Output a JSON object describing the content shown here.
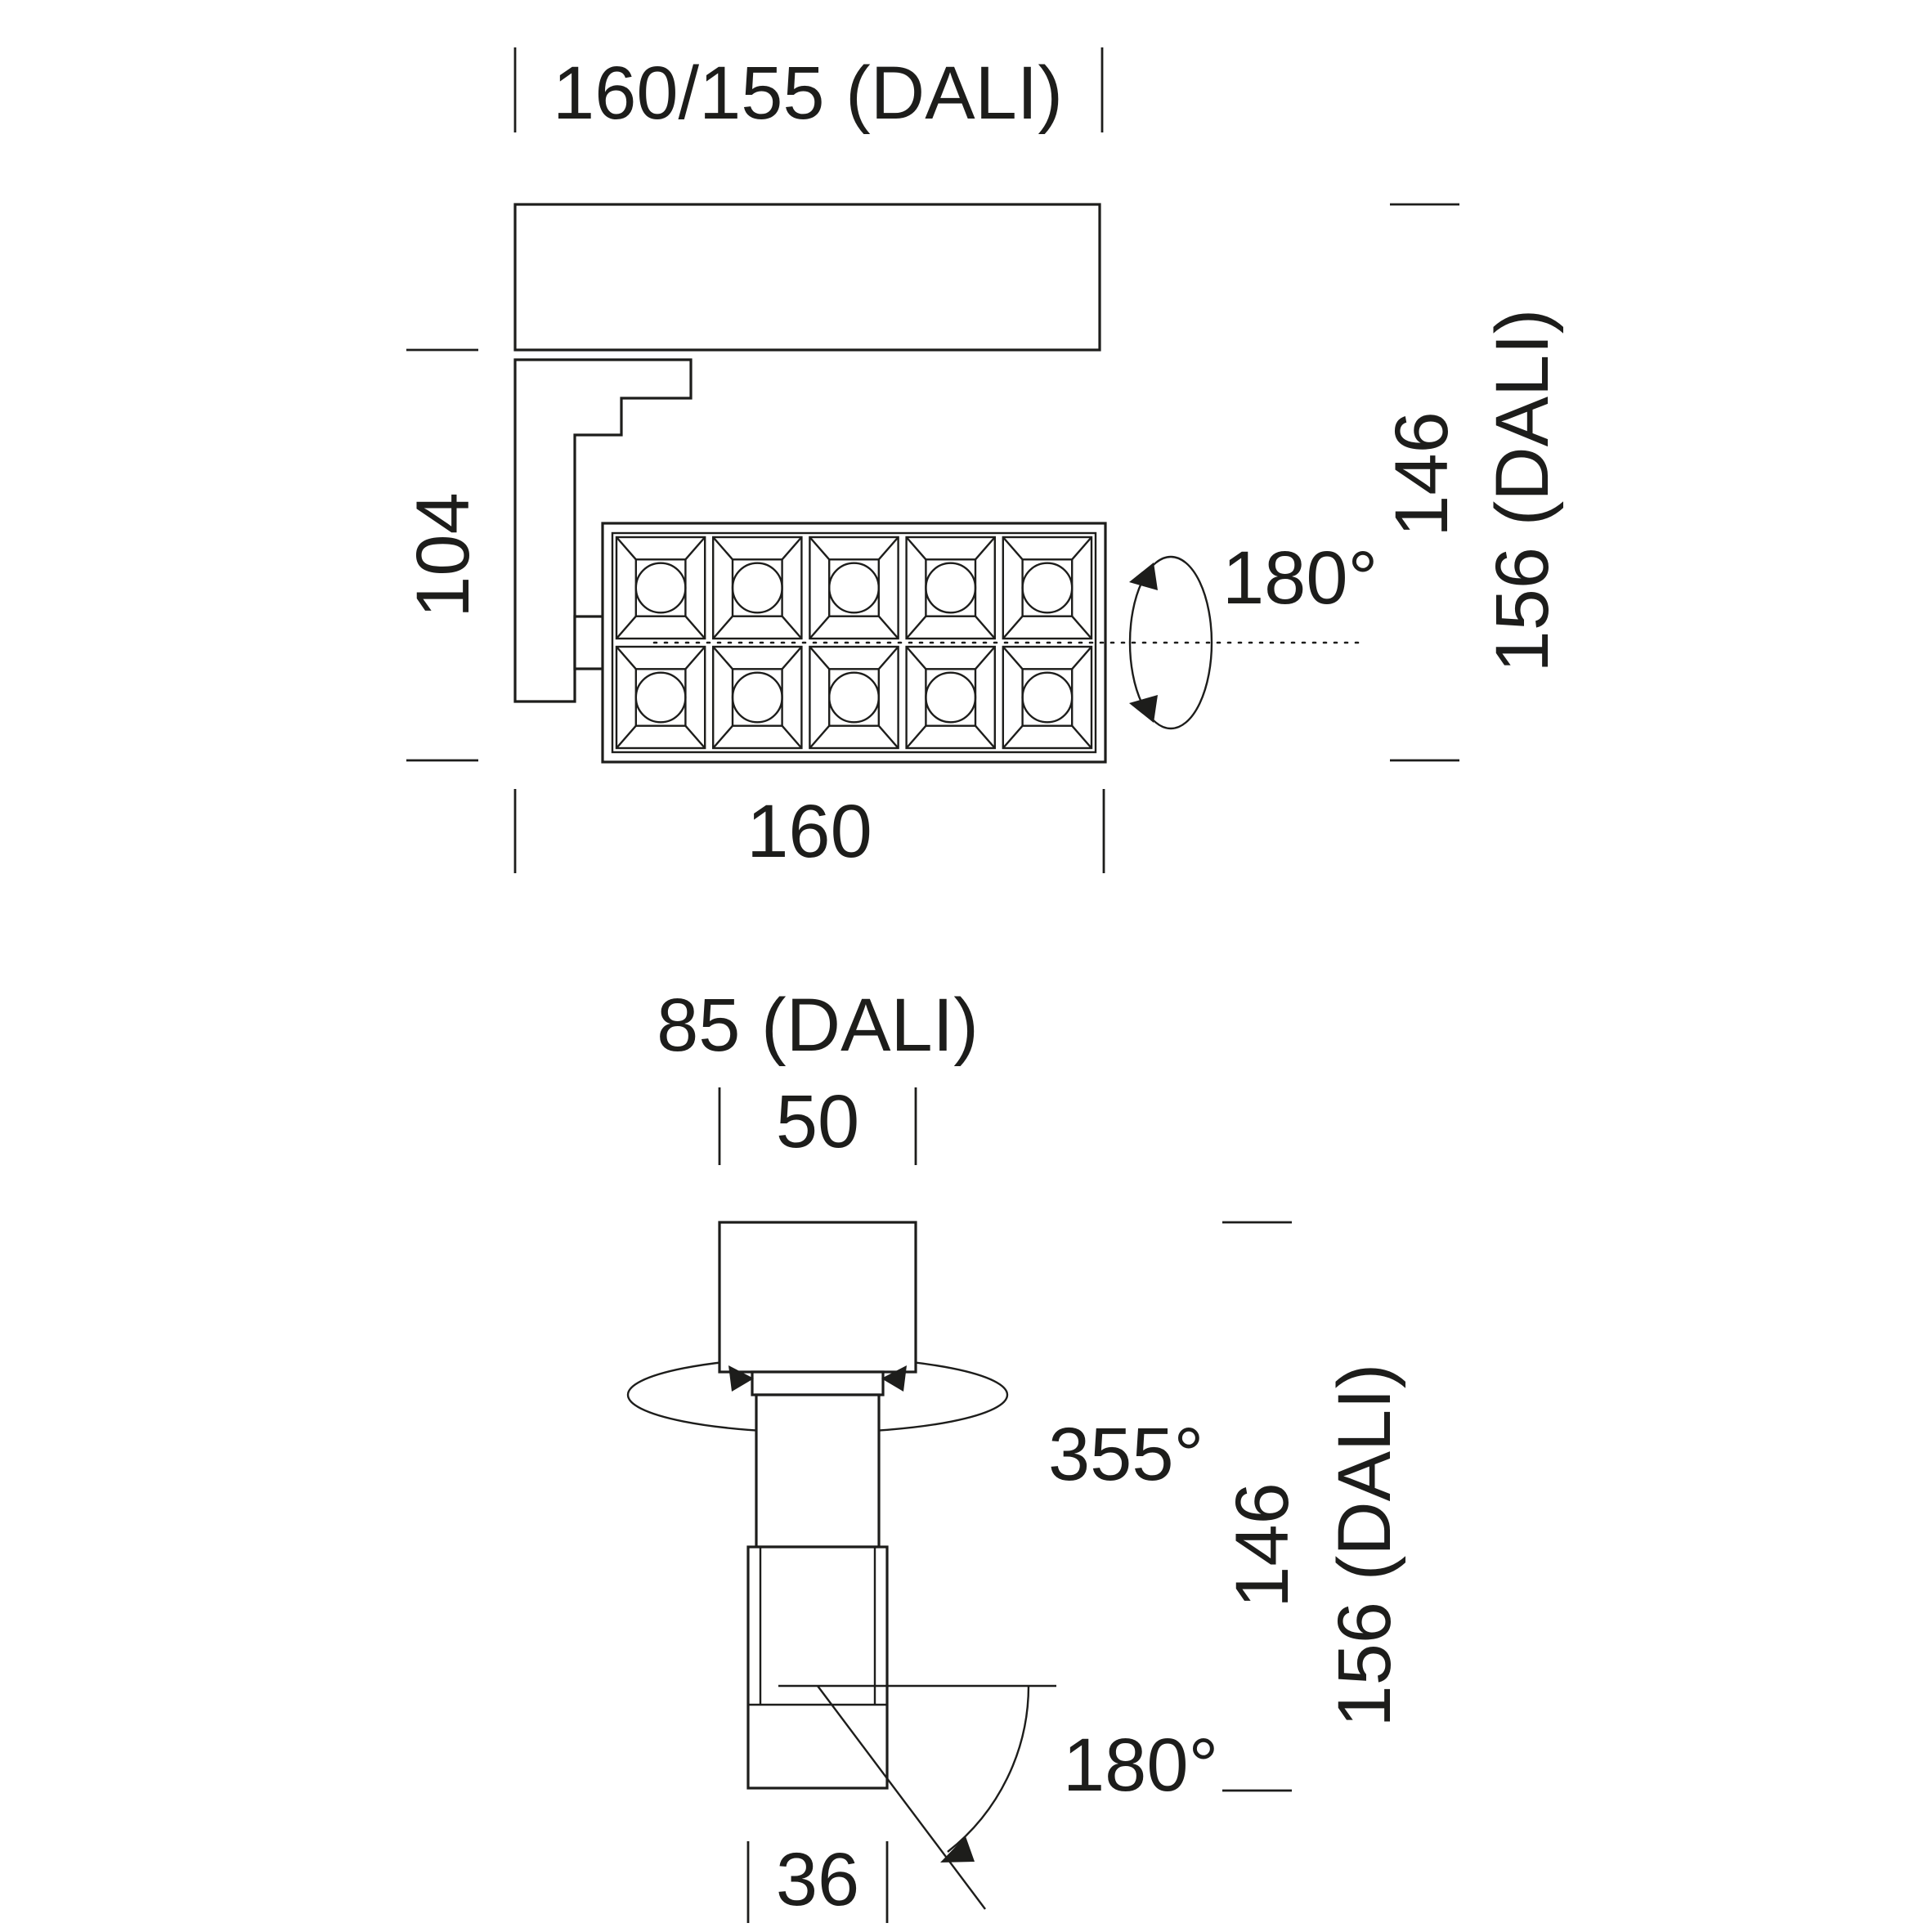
{
  "page": {
    "background": "#ffffff",
    "ink": "#1d1d1b"
  },
  "top_view": {
    "dim_width_top": "160/155 (DALI)",
    "dim_height_left": "104",
    "dim_width_bottom": "160",
    "dim_height_right": "146",
    "dim_height_right_dali": "156 (DALI)",
    "rotation_label": "180°"
  },
  "front_view": {
    "dim_width_dali": "85 (DALI)",
    "dim_width_top": "50",
    "rotation_label": "355°",
    "dim_height_right": "146",
    "dim_height_right_dali": "156 (DALI)",
    "tilt_label": "180°",
    "dim_width_bottom": "36"
  }
}
